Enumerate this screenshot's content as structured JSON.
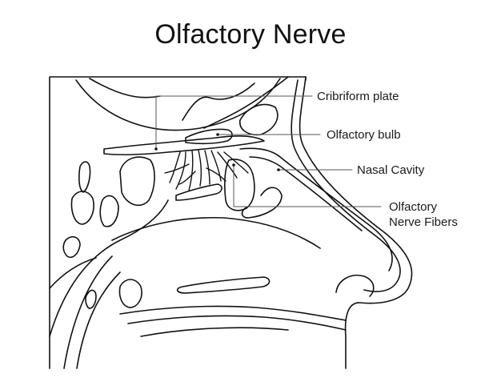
{
  "title": "Olfactory Nerve",
  "labels": {
    "cribriform_plate": "Cribriform plate",
    "olfactory_bulb": "Olfactory bulb",
    "nasal_cavity": "Nasal Cavity",
    "olfactory_nerve_fibers_line1": "Olfactory",
    "olfactory_nerve_fibers_line2": "Nerve Fibers"
  },
  "colors": {
    "stroke": "#111111",
    "leader": "#555555",
    "text": "#1a1a1a"
  }
}
